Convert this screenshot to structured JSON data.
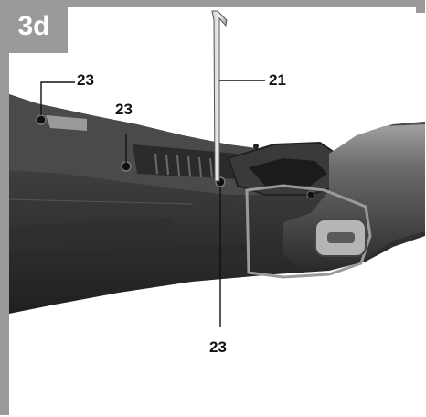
{
  "figure": {
    "tag": "3d"
  },
  "callouts": {
    "screw_left": "23",
    "screw_middle": "23",
    "hex_key": "21",
    "screw_bottom": "23"
  },
  "colors": {
    "frame": "#9a9a9a",
    "tool_body": "#3a3a3a",
    "highlight": "#8a8a8a"
  },
  "icons": {
    "hex_key": "allen-key"
  }
}
